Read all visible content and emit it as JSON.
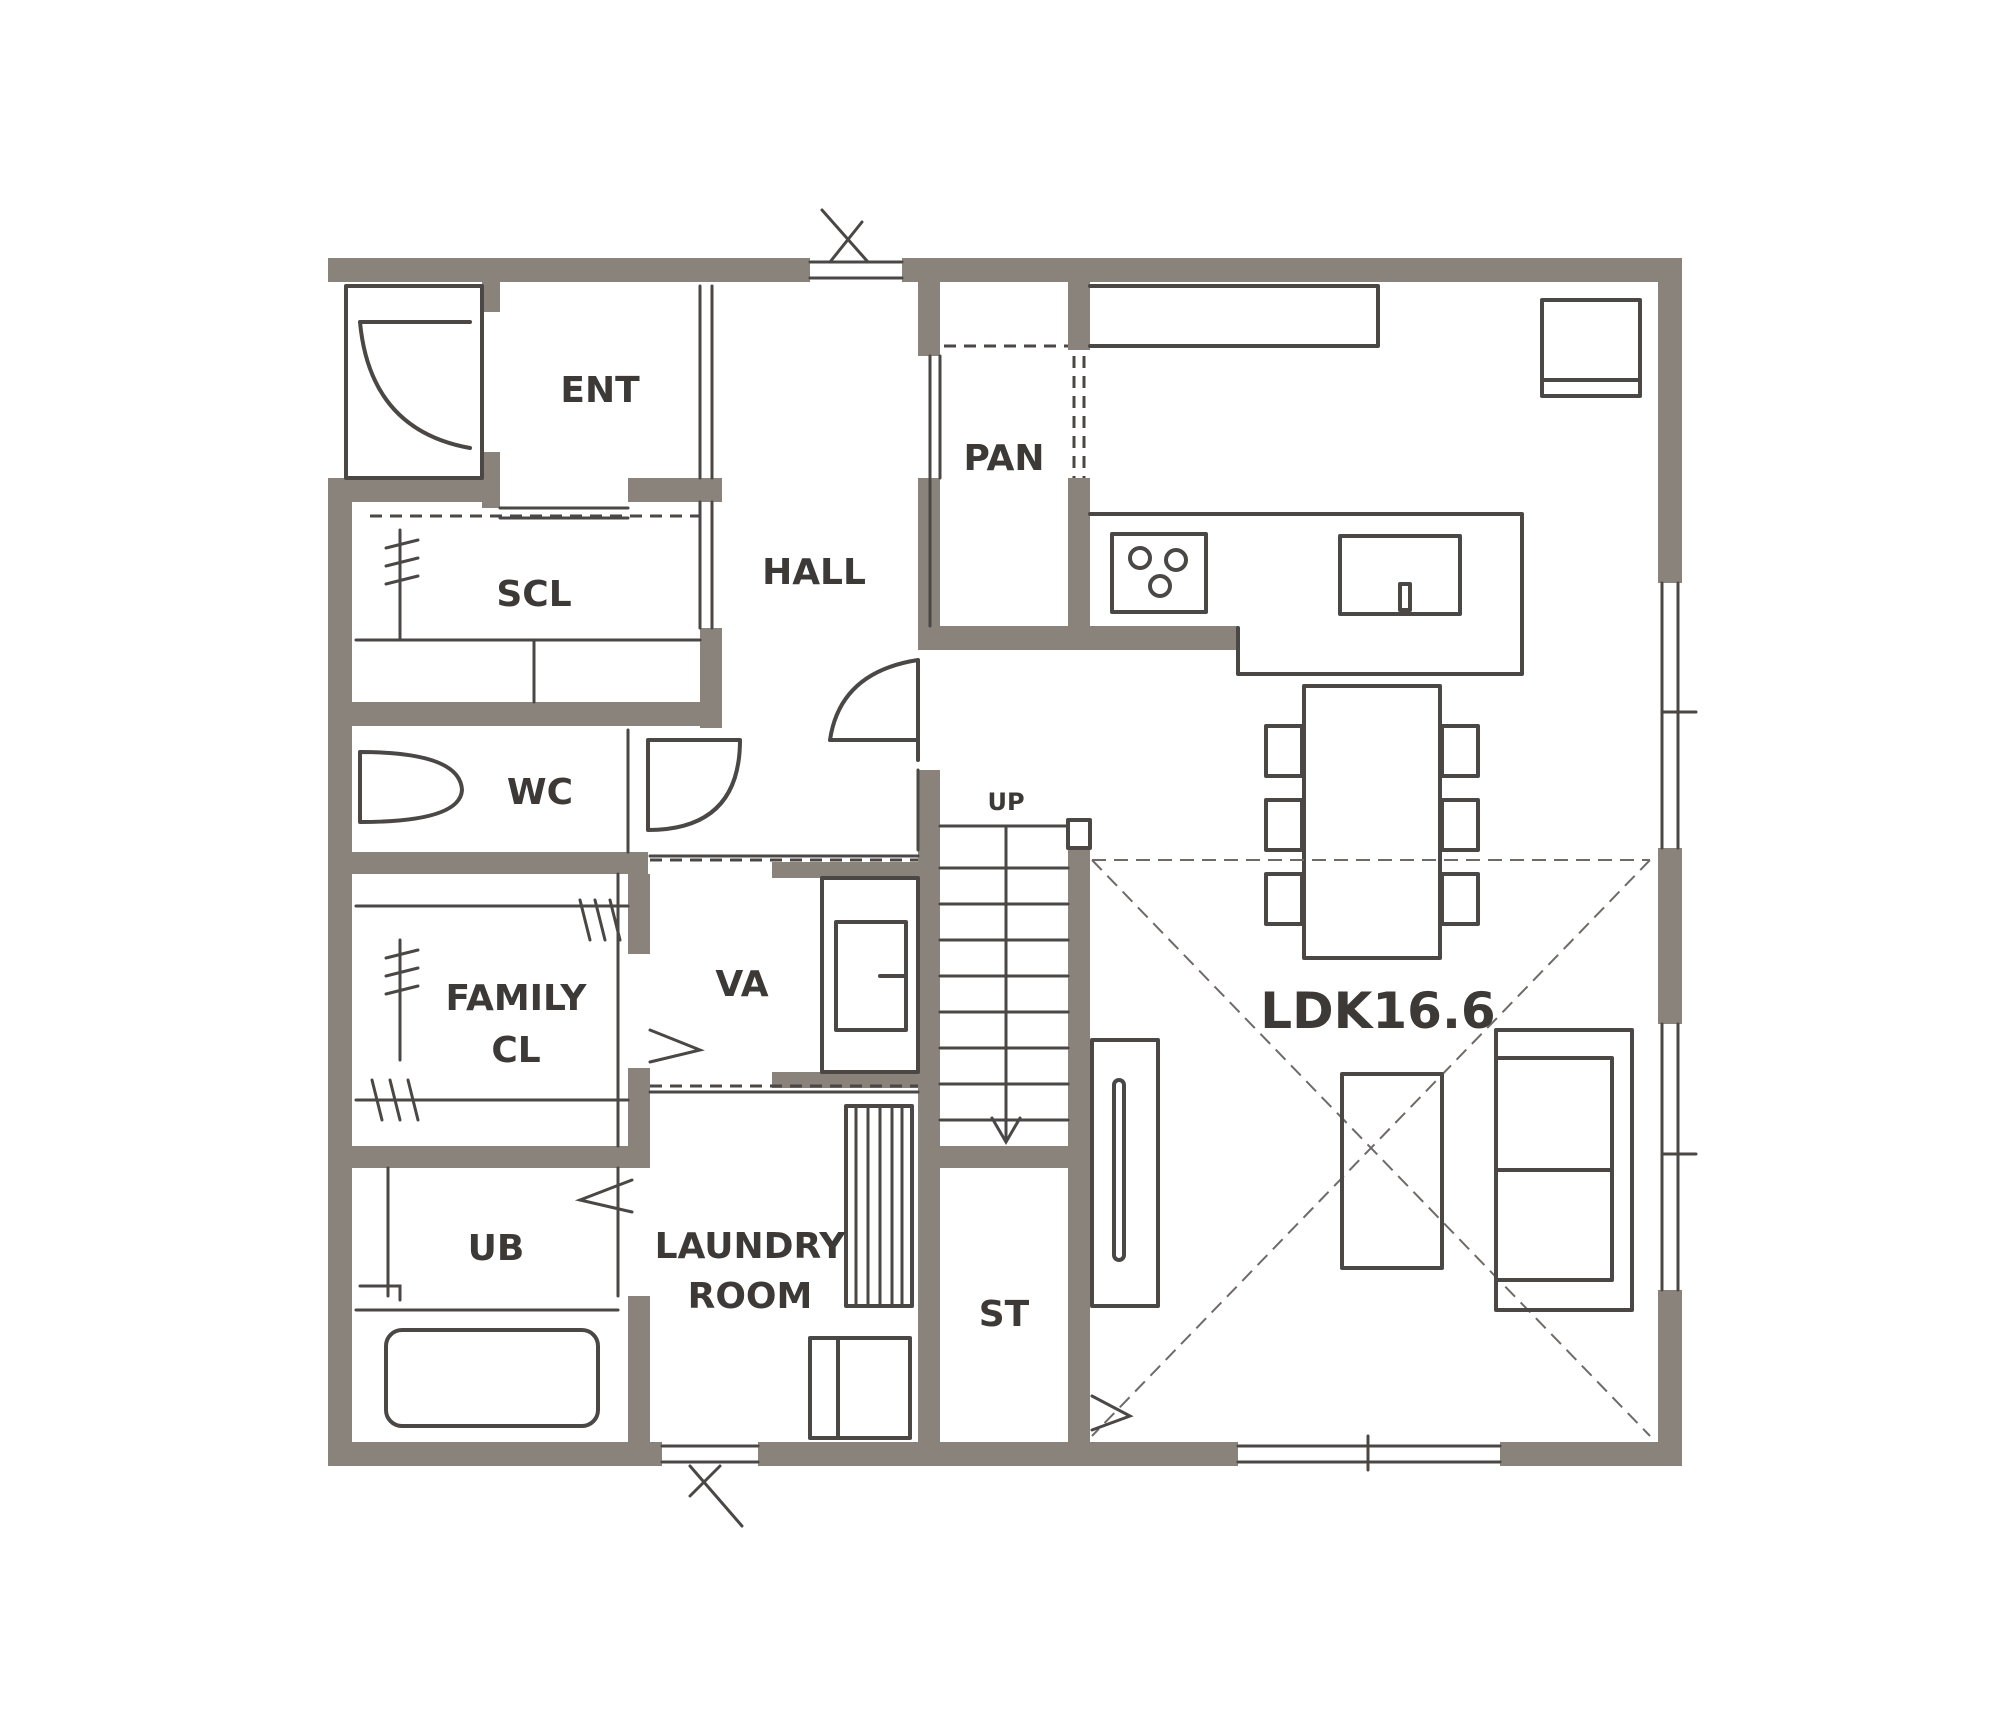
{
  "rooms": {
    "ent": "ENT",
    "pan": "PAN",
    "hall": "HALL",
    "scl": "SCL",
    "wc": "WC",
    "family_cl_line1": "FAMILY",
    "family_cl_line2": "CL",
    "va": "VA",
    "ub": "UB",
    "laundry_line1": "LAUNDRY",
    "laundry_line2": "ROOM",
    "st": "ST",
    "ldk": "LDK16.6"
  },
  "stair_label": "UP",
  "colors": {
    "wall": "#8a837c",
    "line": "#4a4744",
    "text": "#3c3936"
  }
}
